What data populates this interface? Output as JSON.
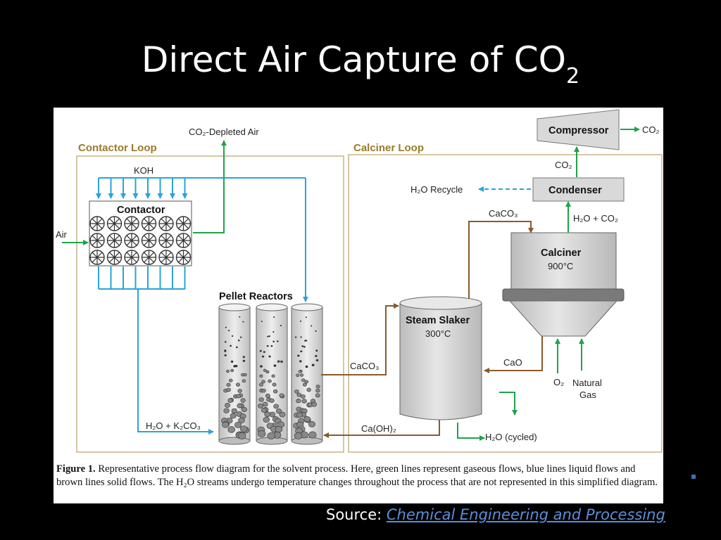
{
  "title": {
    "main": "Direct Air Capture of CO",
    "subscript": "2"
  },
  "diagram": {
    "contactor_loop": "Contactor Loop",
    "calciner_loop": "Calciner Loop",
    "co2_depleted_air": "CO₂-Depleted Air",
    "koh": "KOH",
    "contactor": "Contactor",
    "air": "Air",
    "pellet_reactors": "Pellet Reactors",
    "h2o_k2co3": "H₂O + K₂CO₃",
    "compressor": "Compressor",
    "co2_out": "CO₂",
    "co2_up": "CO₂",
    "h2o_recycle": "H₂O Recycle",
    "condenser": "Condenser",
    "caco3_top": "CaCO₃",
    "h2o_co2": "H₂O + CO₂",
    "calciner": "Calciner",
    "calciner_temp": "900°C",
    "steam_slaker": "Steam Slaker",
    "slaker_temp": "300°C",
    "caco3_mid": "CaCO₃",
    "cao": "CaO",
    "o2": "O₂",
    "natural": "Natural",
    "gas": "Gas",
    "caoh2": "Ca(OH)₂",
    "h2o_cycled": "H₂O (cycled)"
  },
  "caption": {
    "label": "Figure 1.",
    "text": " Representative process flow diagram for the solvent process. Here, green lines represent gaseous flows, blue lines liquid flows and brown lines solid flows. The H₂O streams undergo temperature changes throughout the process that are not represented in this simplified diagram."
  },
  "source": {
    "prefix": "Source: ",
    "link": "Chemical Engineering and Processing"
  },
  "colors": {
    "gas": "#1ea34a",
    "liquid": "#2aa3db",
    "solid": "#8a5a2b",
    "loop_label": "#9a7b2a"
  }
}
